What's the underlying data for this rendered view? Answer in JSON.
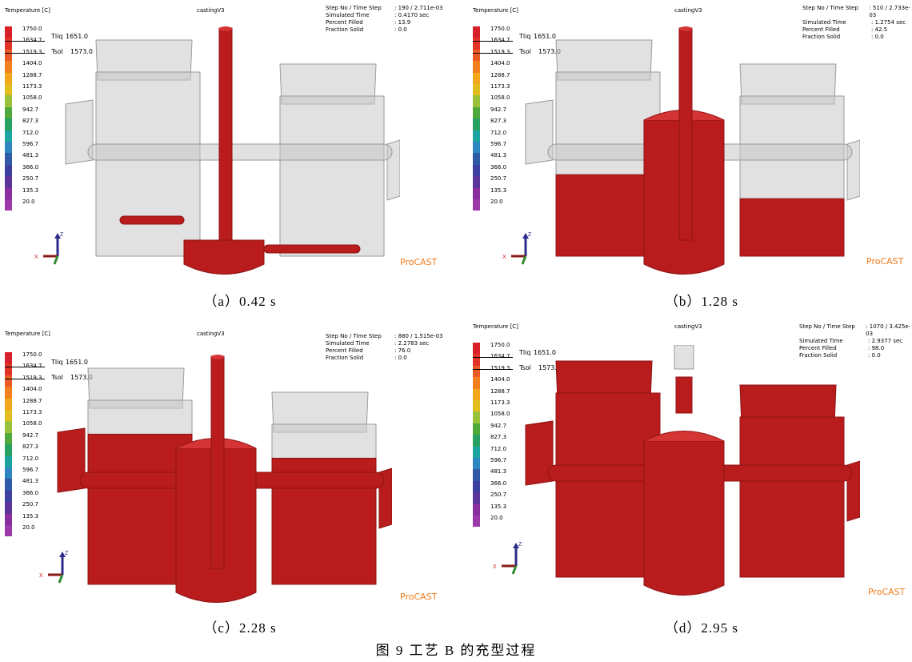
{
  "common": {
    "temperature_label": "Temperature [C]",
    "model_name": "castingV3",
    "brand": "ProCAST",
    "info_keys": [
      "Step No / Time Step",
      "Simulated Time",
      "Percent Filled",
      "Fraction Solid"
    ],
    "legend_values": [
      "1750.0",
      "1634.7",
      "1519.3",
      "1404.0",
      "1288.7",
      "1173.3",
      "1058.0",
      "942.7",
      "827.3",
      "712.0",
      "596.7",
      "481.3",
      "366.0",
      "250.7",
      "135.3",
      "20.0"
    ],
    "legend_colors": [
      "#d8202a",
      "#e2332a",
      "#ea5a25",
      "#f2801f",
      "#f3a71c",
      "#e2bd1e",
      "#99c23a",
      "#4faa3b",
      "#27a062",
      "#1ba4a0",
      "#2e86c0",
      "#2f5aa8",
      "#3d40a0",
      "#5d3499",
      "#8a2fa0",
      "#9b3aa8"
    ],
    "tliq_label": "Tliq",
    "tliq_value": "1651.0",
    "tsol_label": "Tsol",
    "tsol_value": "1573.0",
    "axes": {
      "x": "X",
      "z": "Z"
    }
  },
  "panels": [
    {
      "id": "a",
      "step": ": 190 / 2.711e-03",
      "time": ": 0.4170 sec",
      "filled": ": 13.9",
      "solid": ": 0.0",
      "caption": "（a）0.42 s",
      "fill": 0.14
    },
    {
      "id": "b",
      "step": ": 510 / 2.733e-03",
      "time": ": 1.2754 sec",
      "filled": ": 42.5",
      "solid": ": 0.0",
      "caption": "（b）1.28 s",
      "fill": 0.43
    },
    {
      "id": "c",
      "step": ": 880 / 1.515e-03",
      "time": ": 2.2783 sec",
      "filled": ": 76.0",
      "solid": ": 0.0",
      "caption": "（c）2.28 s",
      "fill": 0.76
    },
    {
      "id": "d",
      "step": ": 1070 / 3.425e-03",
      "time": ": 2.9377 sec",
      "filled": ": 98.0",
      "solid": ": 0.0",
      "caption": "（d）2.95 s",
      "fill": 0.98
    }
  ],
  "figure_caption": "图 9 工艺 B 的充型过程"
}
